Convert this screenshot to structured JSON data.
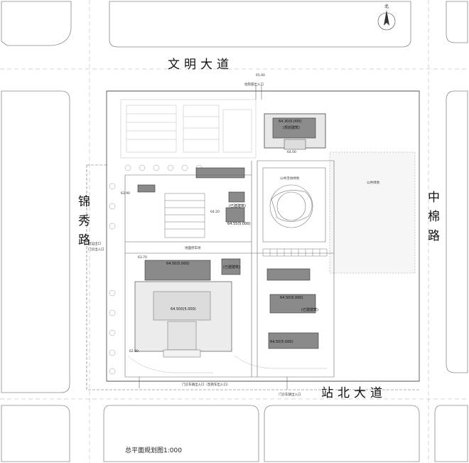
{
  "roads": {
    "north": "文明大道",
    "west": "锦秀路",
    "east": "中棉路",
    "south": "站北大道"
  },
  "caption": "总平面规划图1:000",
  "north_arrow": "北",
  "buildings": {
    "main_north": "64.30(5.000)",
    "main_north_sub": "(规划建筑)",
    "center_left": "64.50(5.000)",
    "center_big": "64.500(5.000)",
    "east_mid": "64.50(5.000)",
    "east_low": "64.50(5.000)",
    "small_a": "(已建建筑)",
    "small_b": "(已建建筑)",
    "small_c": "(已建建筑)",
    "existing_label": "64.55(5.000)"
  },
  "annotations": {
    "entrance_north": "住院部出入口",
    "entrance_west_1": "货运出口",
    "entrance_west_2": "门诊出入口",
    "entrance_south_1": "门诊车辆出入口（急救车出入口）",
    "entrance_south_2": "门诊车辆出入口",
    "garden": "公共绿地",
    "plaza": "公共活动绿地",
    "parking": "地面停车场",
    "elev_1": "63.90",
    "elev_2": "64.20",
    "elev_3": "63.70",
    "elev_4": "65.00",
    "elev_5": "64.00",
    "elev_6": "62.80"
  }
}
